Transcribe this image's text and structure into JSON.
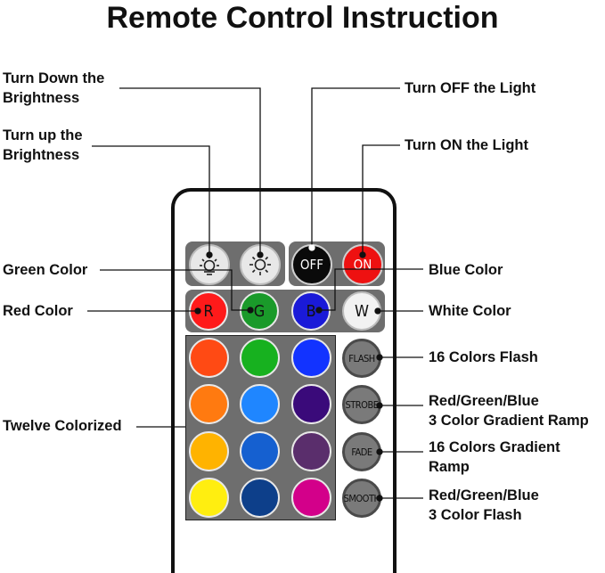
{
  "title": "Remote Control Instruction",
  "labels": {
    "turn_down_1": "Turn Down the",
    "turn_down_2": "Brightness",
    "turn_up_1": "Turn up the",
    "turn_up_2": "Brightness",
    "turn_off": "Turn OFF the Light",
    "turn_on": "Turn ON the Light",
    "green": "Green Color",
    "red": "Red Color",
    "blue": "Blue Color",
    "white": "White Color",
    "flash16": "16 Colors Flash",
    "ramp_1": "Red/Green/Blue",
    "ramp_2": "3 Color Gradient Ramp",
    "gradient_1": "16 Colors Gradient",
    "gradient_2": "Ramp",
    "cflash_1": "Red/Green/Blue",
    "cflash_2": "3 Color Flash",
    "twelve": "Twelve Colorized"
  },
  "buttons": {
    "off": "OFF",
    "on": "ON",
    "r": "R",
    "g": "G",
    "b": "B",
    "w": "W",
    "flash": "FLASH",
    "strobe": "STROBE",
    "fade": "FADE",
    "smooth": "SMOOTH"
  },
  "colors": {
    "red": "#ff1a1a",
    "green": "#1a9a2a",
    "blue": "#1a1ad8",
    "white": "#f2f2f2",
    "off": "#0a0a0a",
    "on": "#ee1111",
    "panel": "#6e6e6e",
    "grid": [
      "#ff4a14",
      "#17b11f",
      "#1233ff",
      "#ff7a10",
      "#1f86ff",
      "#3a0a7a",
      "#ffb300",
      "#1560d0",
      "#5a2e6c",
      "#ffee10",
      "#0d3f8a",
      "#d3008a"
    ]
  }
}
